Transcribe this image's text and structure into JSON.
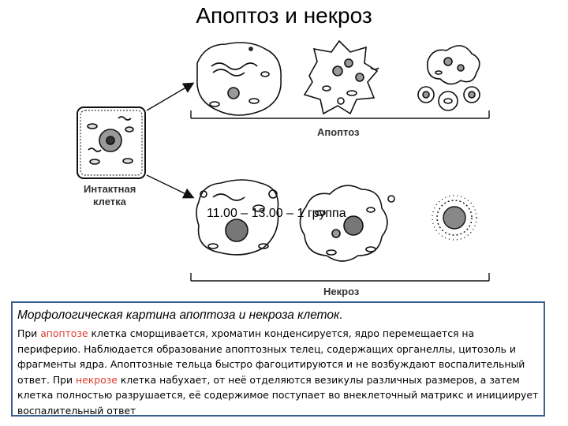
{
  "title": "Апоптоз и некроз",
  "labels": {
    "intact": "Интактная клетка",
    "apoptosis": "Апоптоз",
    "necrosis": "Некроз"
  },
  "overlay_text": "11.00 – 13.00 – 1 группа",
  "textbox": {
    "heading": "Морфологическая картина апоптоза и некроза клеток.",
    "p1": "При ",
    "apoptosis_word": "апоптозе",
    "p2": " клетка сморщивается, хроматин конденсируется, ядро перемещается на периферию. Наблюдается образование апоптозных телец, содержащих органеллы, цитозоль и фрагменты ядра. Апоптозные тельца быстро фагоцитируются и не возбуждают воспалительный ответ. При ",
    "necrosis_word": "некрозе",
    "p3": " клетка набухает, от неё отделяются везикулы различных размеров, а затем клетка полностью разрушается, её содержимое поступает во внеклеточный матрикс и инициирует воспалительный ответ"
  },
  "colors": {
    "border": "#3a5f8f",
    "highlight": "#e03b2e"
  }
}
